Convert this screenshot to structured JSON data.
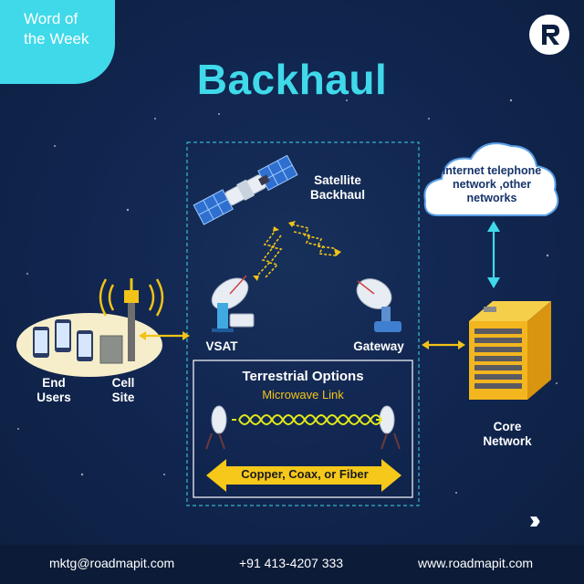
{
  "badge": {
    "line1": "Word of",
    "line2": "the Week"
  },
  "title": "Backhaul",
  "labels": {
    "satellite_line1": "Satellite",
    "satellite_line2": "Backhaul",
    "vsat": "VSAT",
    "gateway": "Gateway",
    "end_users_line1": "End",
    "end_users_line2": "Users",
    "cell_site_line1": "Cell",
    "cell_site_line2": "Site",
    "core_line1": "Core",
    "core_line2": "Network"
  },
  "cloud": {
    "line1": "Internet telephone",
    "line2": "network ,other",
    "line3": "networks"
  },
  "terrestrial": {
    "title": "Terrestrial Options",
    "subtitle": "Microwave Link",
    "copper": "Copper, Coax, or Fiber"
  },
  "footer": {
    "email": "mktg@roadmapit.com",
    "phone": "+91 413-4207 333",
    "web": "www.roadmapit.com"
  },
  "colors": {
    "accent": "#3fd9ea",
    "background": "#112650",
    "gold": "#f2c318",
    "building": "#f3b61f"
  },
  "icons": [
    "satellite-icon",
    "vsat-dish-icon",
    "gateway-dish-icon",
    "cell-tower-icon",
    "phone-device-icon",
    "server-building-icon",
    "cloud-icon",
    "microwave-dish-icon",
    "mail-icon",
    "phone-icon",
    "globe-icon",
    "double-chevron-icon"
  ]
}
